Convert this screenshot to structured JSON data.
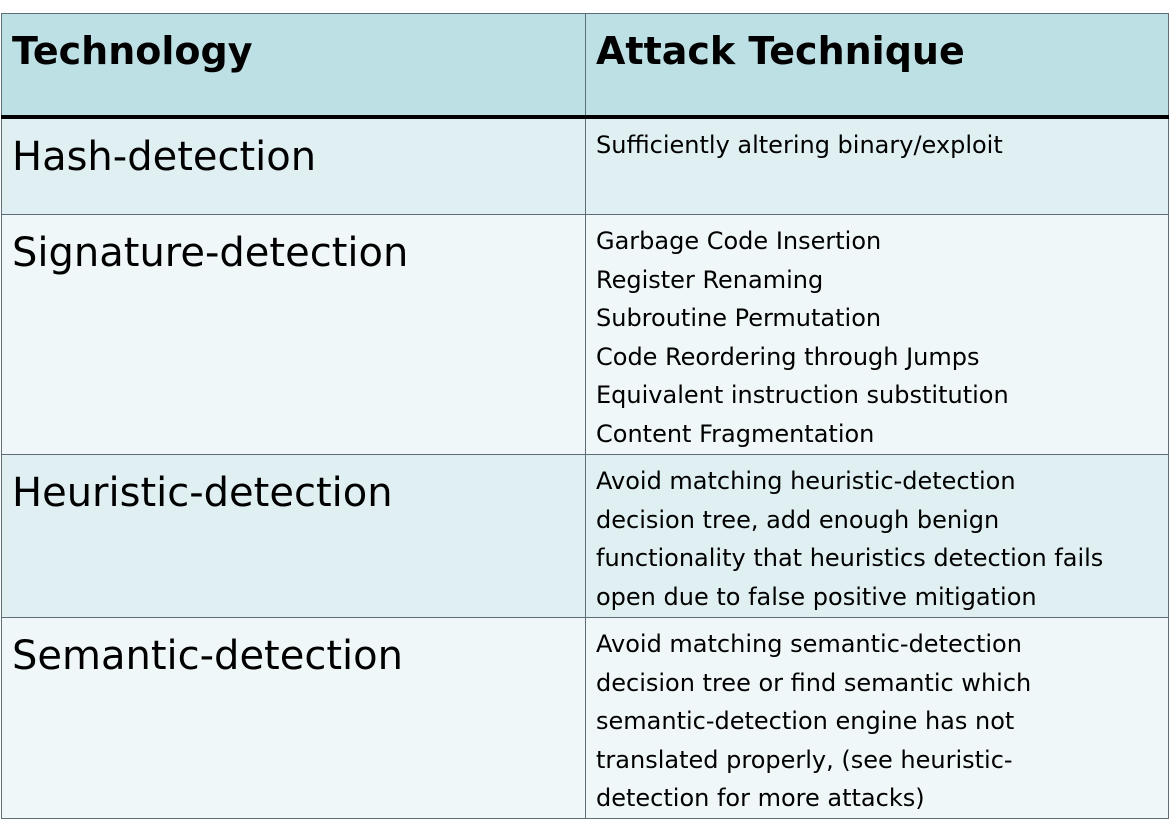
{
  "table": {
    "headers": [
      "Technology",
      "Attack Technique"
    ],
    "rows": [
      {
        "technology": "Hash-detection",
        "attack_lines": [
          "Sufficiently altering binary/exploit"
        ]
      },
      {
        "technology": "Signature-detection",
        "attack_lines": [
          "Garbage Code Insertion",
          "Register Renaming",
          "Subroutine Permutation",
          "Code Reordering through Jumps",
          "Equivalent instruction substitution",
          "Content Fragmentation"
        ]
      },
      {
        "technology": "Heuristic-detection",
        "attack_lines": [
          "Avoid matching heuristic-detection",
          "decision tree, add enough benign",
          "functionality that heuristics detection fails",
          "open due to false positive mitigation"
        ]
      },
      {
        "technology": "Semantic-detection",
        "attack_lines": [
          "Avoid matching semantic-detection",
          "decision tree or find semantic which",
          "semantic-detection engine has not",
          "translated properly, (see heuristic-",
          "detection for more attacks)"
        ]
      }
    ]
  },
  "colors": {
    "header_bg": "#bde0e5",
    "row_odd_bg": "#e0eff1",
    "row_even_bg": "#f0f7f8",
    "border": "#5f6e76"
  }
}
